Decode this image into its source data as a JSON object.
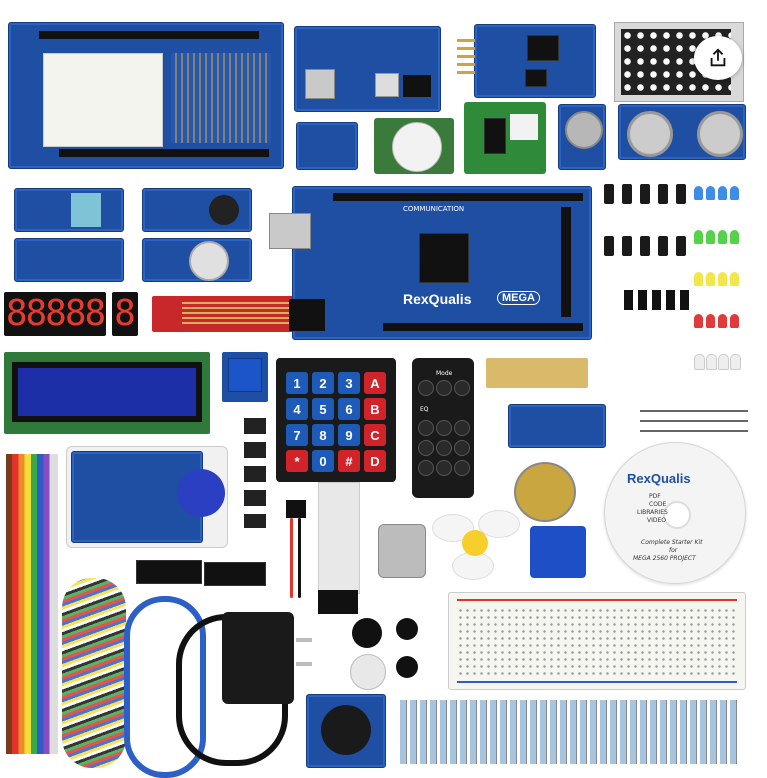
{
  "product": {
    "brand": "RexQualis",
    "board_label": "MEGA",
    "board_silk": "COMMUNICATION"
  },
  "display7seg": "88888",
  "display7seg_single": "8",
  "keypad": {
    "rows": [
      [
        "1",
        "2",
        "3",
        "A"
      ],
      [
        "4",
        "5",
        "6",
        "B"
      ],
      [
        "7",
        "8",
        "9",
        "C"
      ],
      [
        "*",
        "0",
        "#",
        "D"
      ]
    ]
  },
  "remote": {
    "top_labels": [
      "Mode",
      ""
    ],
    "eq_label": "EQ"
  },
  "cd": {
    "brand": "RexQualis",
    "lines": [
      "PDF",
      "CODE",
      "LIBRARIES",
      "VIDEO"
    ],
    "title": "Complete Starter Kit",
    "for": "for",
    "project": "MEGA 2560 PROJECT"
  },
  "colors": {
    "pcb": "#1f4fa3",
    "red_key": "#d0232a",
    "blue_key": "#1e5bb8"
  },
  "icons": {
    "share": "share-icon"
  }
}
